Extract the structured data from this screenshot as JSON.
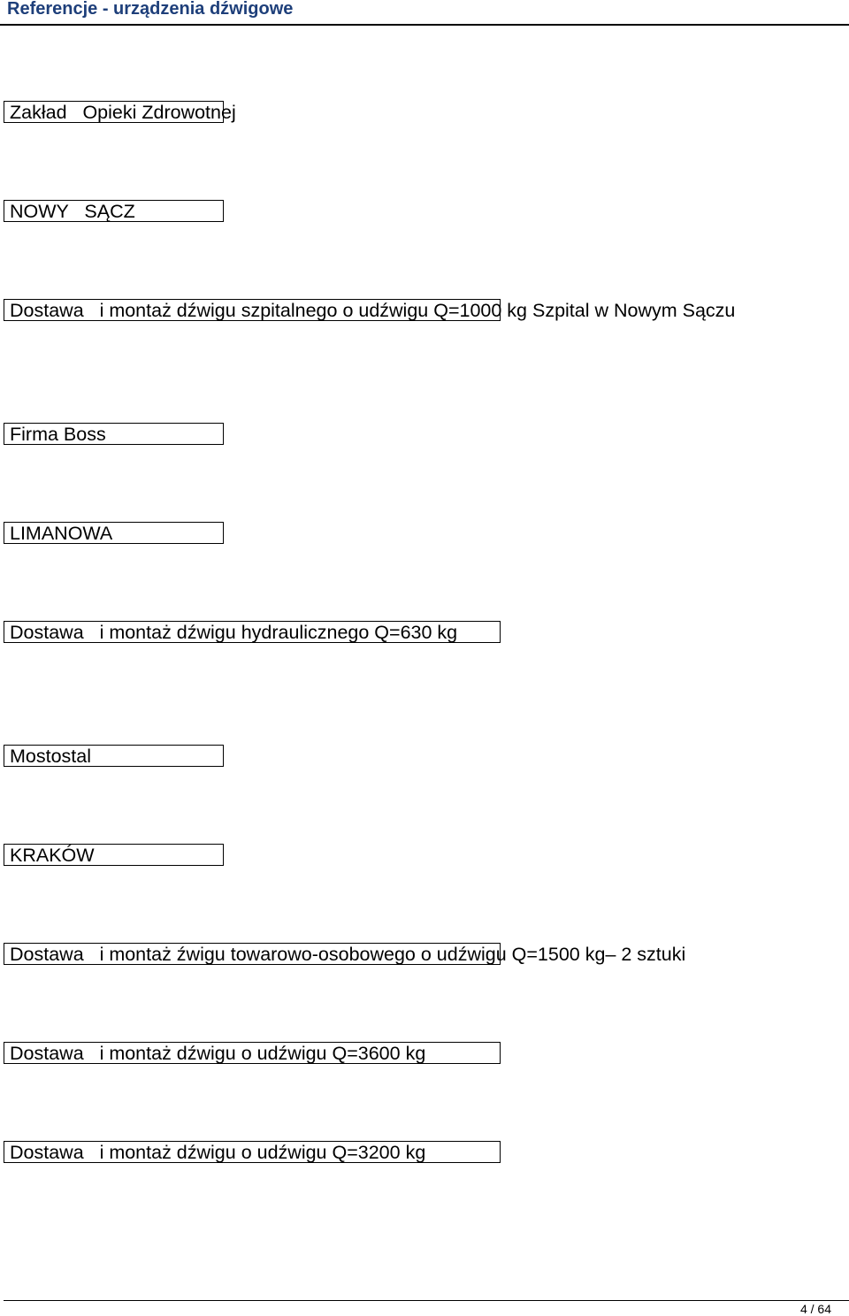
{
  "header": {
    "title": "Referencje - urządzenia dźwigowe"
  },
  "entries": [
    "Zakład   Opieki Zdrowotnej",
    "NOWY   SĄCZ",
    "Dostawa   i montaż dźwigu szpitalnego o udźwigu Q=1000 kg Szpital w Nowym Sączu",
    "Firma Boss",
    "LIMANOWA",
    "Dostawa   i montaż dźwigu hydraulicznego Q=630 kg",
    "Mostostal",
    "KRAKÓW",
    "Dostawa   i montaż źwigu towarowo-osobowego o udźwigu Q=1500 kg– 2 sztuki",
    "Dostawa   i montaż dźwigu o udźwigu Q=3600 kg",
    "Dostawa   i montaż dźwigu o udźwigu Q=3200 kg"
  ],
  "footer": {
    "page": "4 / 64"
  }
}
